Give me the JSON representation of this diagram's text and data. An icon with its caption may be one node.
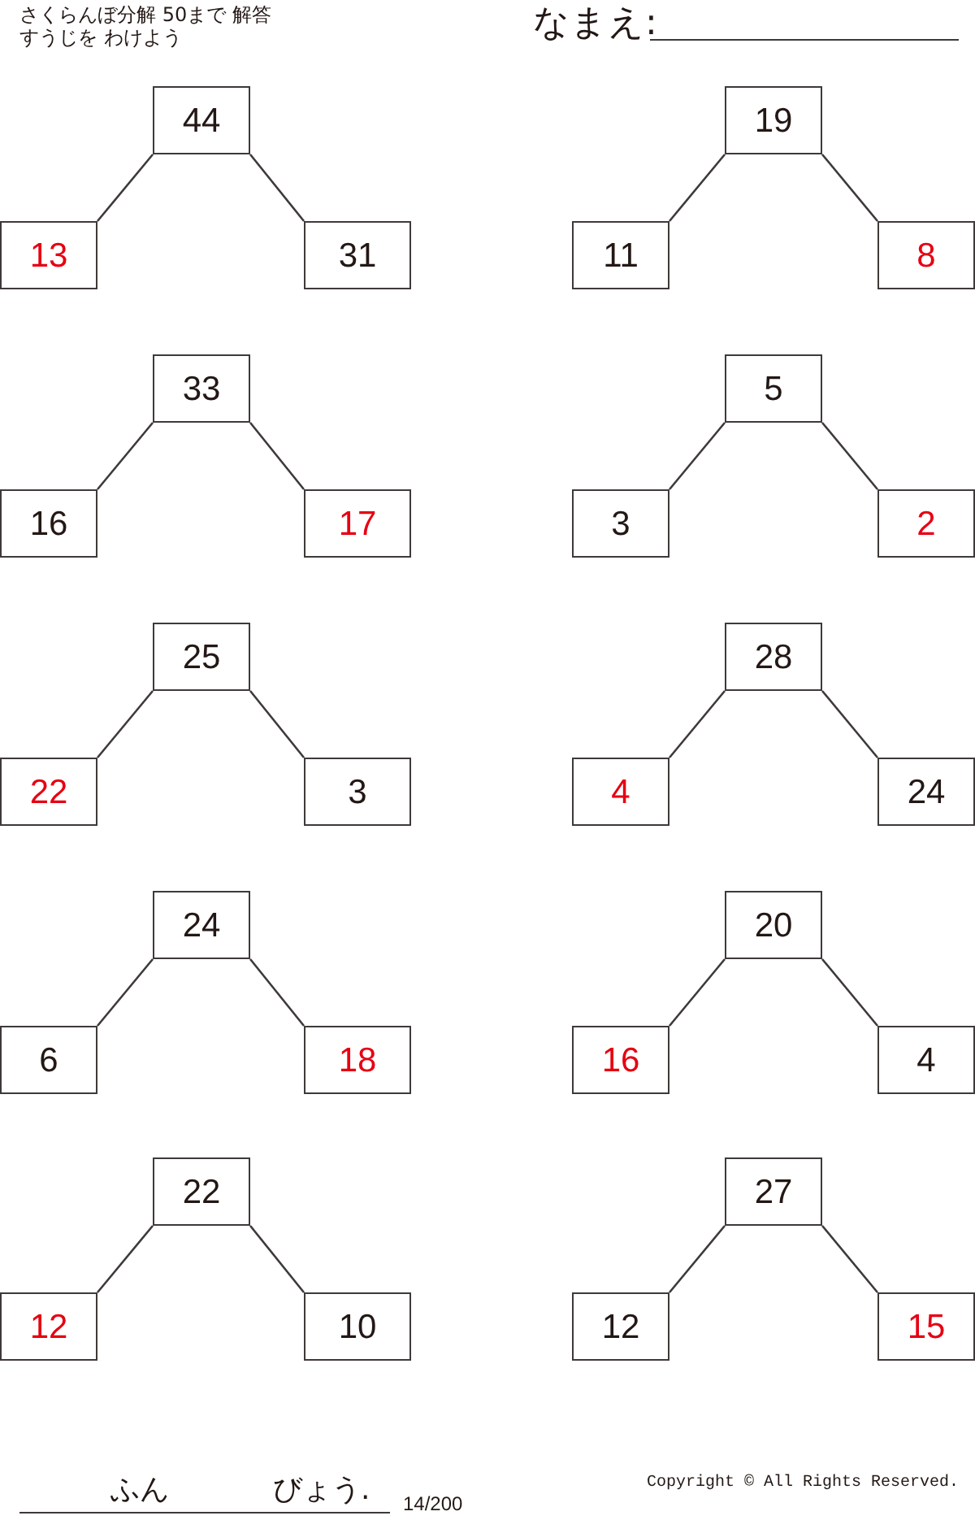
{
  "diagram": {
    "title": "さくらんぼ分解 50まで 解答",
    "nodes": [
      {
        "text": [
          "44"
        ]
      },
      {
        "text": [
          "13"
        ]
      },
      {
        "text": [
          "31"
        ]
      },
      {
        "text": [
          "19"
        ]
      },
      {
        "text": [
          "11"
        ]
      },
      {
        "text": [
          "8"
        ]
      },
      {
        "text": [
          "33"
        ]
      },
      {
        "text": [
          "16"
        ]
      },
      {
        "text": [
          "17"
        ]
      },
      {
        "text": [
          "5"
        ]
      },
      {
        "text": [
          "3"
        ]
      },
      {
        "text": [
          "2"
        ]
      },
      {
        "text": [
          "25"
        ]
      },
      {
        "text": [
          "22"
        ]
      },
      {
        "text": [
          "3"
        ]
      },
      {
        "text": [
          "28"
        ]
      },
      {
        "text": [
          "4"
        ]
      },
      {
        "text": [
          "24"
        ]
      },
      {
        "text": [
          "24"
        ]
      },
      {
        "text": [
          "6"
        ]
      },
      {
        "text": [
          "18"
        ]
      },
      {
        "text": [
          "20"
        ]
      },
      {
        "text": [
          "16"
        ]
      },
      {
        "text": [
          "4"
        ]
      },
      {
        "text": [
          "22"
        ]
      },
      {
        "text": [
          "12"
        ]
      },
      {
        "text": [
          "10"
        ]
      },
      {
        "text": [
          "27"
        ]
      },
      {
        "text": [
          "12"
        ]
      },
      {
        "text": [
          "15"
        ]
      }
    ],
    "edges": [
      {
        "from": 0,
        "to": 1,
        "arrow": "none"
      },
      {
        "from": 0,
        "to": 2,
        "arrow": "none"
      },
      {
        "from": 3,
        "to": 4,
        "arrow": "none"
      },
      {
        "from": 3,
        "to": 5,
        "arrow": "none"
      },
      {
        "from": 6,
        "to": 7,
        "arrow": "none"
      },
      {
        "from": 6,
        "to": 8,
        "arrow": "none"
      },
      {
        "from": 9,
        "to": 10,
        "arrow": "none"
      },
      {
        "from": 9,
        "to": 11,
        "arrow": "none"
      },
      {
        "from": 12,
        "to": 13,
        "arrow": "none"
      },
      {
        "from": 12,
        "to": 14,
        "arrow": "none"
      },
      {
        "from": 15,
        "to": 16,
        "arrow": "none"
      },
      {
        "from": 15,
        "to": 17,
        "arrow": "none"
      },
      {
        "from": 18,
        "to": 19,
        "arrow": "none"
      },
      {
        "from": 18,
        "to": 20,
        "arrow": "none"
      },
      {
        "from": 21,
        "to": 22,
        "arrow": "none"
      },
      {
        "from": 21,
        "to": 23,
        "arrow": "none"
      },
      {
        "from": 24,
        "to": 25,
        "arrow": "none"
      },
      {
        "from": 24,
        "to": 26,
        "arrow": "none"
      },
      {
        "from": 27,
        "to": 28,
        "arrow": "none"
      },
      {
        "from": 27,
        "to": 29,
        "arrow": "none"
      }
    ],
    "labels": [
      "すうじを わけよう",
      "なまえ:",
      "ふん",
      "びょう.",
      "14/200",
      "Copyright © All Rights Reserved."
    ]
  }
}
